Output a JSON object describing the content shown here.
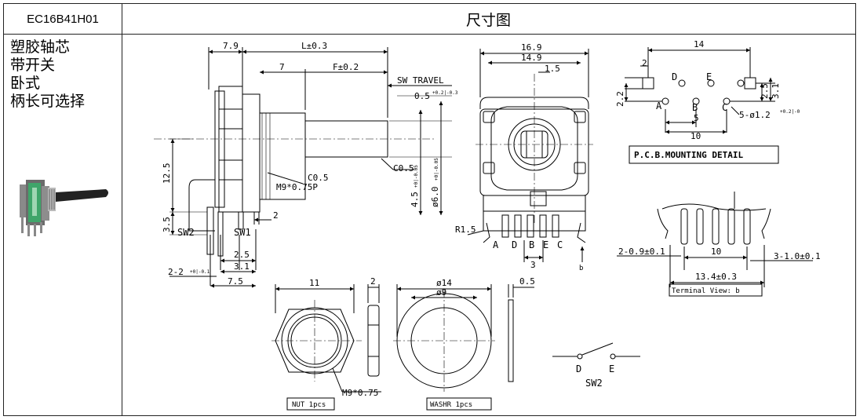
{
  "header": {
    "model": "EC16B41H01",
    "title": "尺寸图"
  },
  "description": [
    "塑胶轴芯",
    "带开关",
    "卧式",
    "柄长可选择"
  ],
  "dims": {
    "d7_9": "7.9",
    "L": "L±0.3",
    "d7": "7",
    "F": "F±0.2",
    "sw_travel": "SW TRAVEL",
    "sw_travel_val": "0.5",
    "sw_tol": "+0.2|-0.3",
    "d12_5": "12.5",
    "c05a": "C0.5",
    "c05b": "C0.5",
    "m9": "M9*0.75P",
    "d4_5": "4.5",
    "d4_5_tol": "+0|-0.05",
    "d6": "ø6.0",
    "d6_tol": "+0|-0.05",
    "d3_5": "3.5",
    "sw2": "SW2",
    "sw1": "SW1",
    "d2": "2",
    "d2_5": "2.5",
    "d3_1": "3.1",
    "d2_2": "2-2",
    "d2_2_tol": "+0|-0.1",
    "d7_5": "7.5",
    "d16_9": "16.9",
    "d14_9": "14.9",
    "d1_5": "1.5",
    "r1_5": "R1.5",
    "d3": "3",
    "pins": [
      "A",
      "D",
      "B",
      "E",
      "C"
    ],
    "b": "b"
  },
  "pcb": {
    "d14": "14",
    "d2": "2",
    "d2_2": "2.2",
    "d2_5": "2.5",
    "d3_1": "3.1",
    "d5": "5",
    "d10": "10",
    "holes": "5-ø1.2",
    "holes_tol": "+0.2|-0",
    "labels": [
      "A",
      "B",
      "C",
      "D",
      "E"
    ],
    "title": "P.C.B.MOUNTING DETAIL"
  },
  "terminal": {
    "d10": "10",
    "d09": "2-0.9±0.1",
    "d10b": "3-1.0±0.1",
    "d13_4": "13.4±0.3",
    "title": "Terminal View: b"
  },
  "nut": {
    "d11": "11",
    "d2": "2",
    "m9": "M9*0.75",
    "label": "NUT 1pcs"
  },
  "washer": {
    "d14": "ø14",
    "d9": "ø9",
    "d05": "0.5",
    "label": "WASHR  1pcs"
  },
  "switch": {
    "D": "D",
    "E": "E",
    "label": "SW2"
  }
}
